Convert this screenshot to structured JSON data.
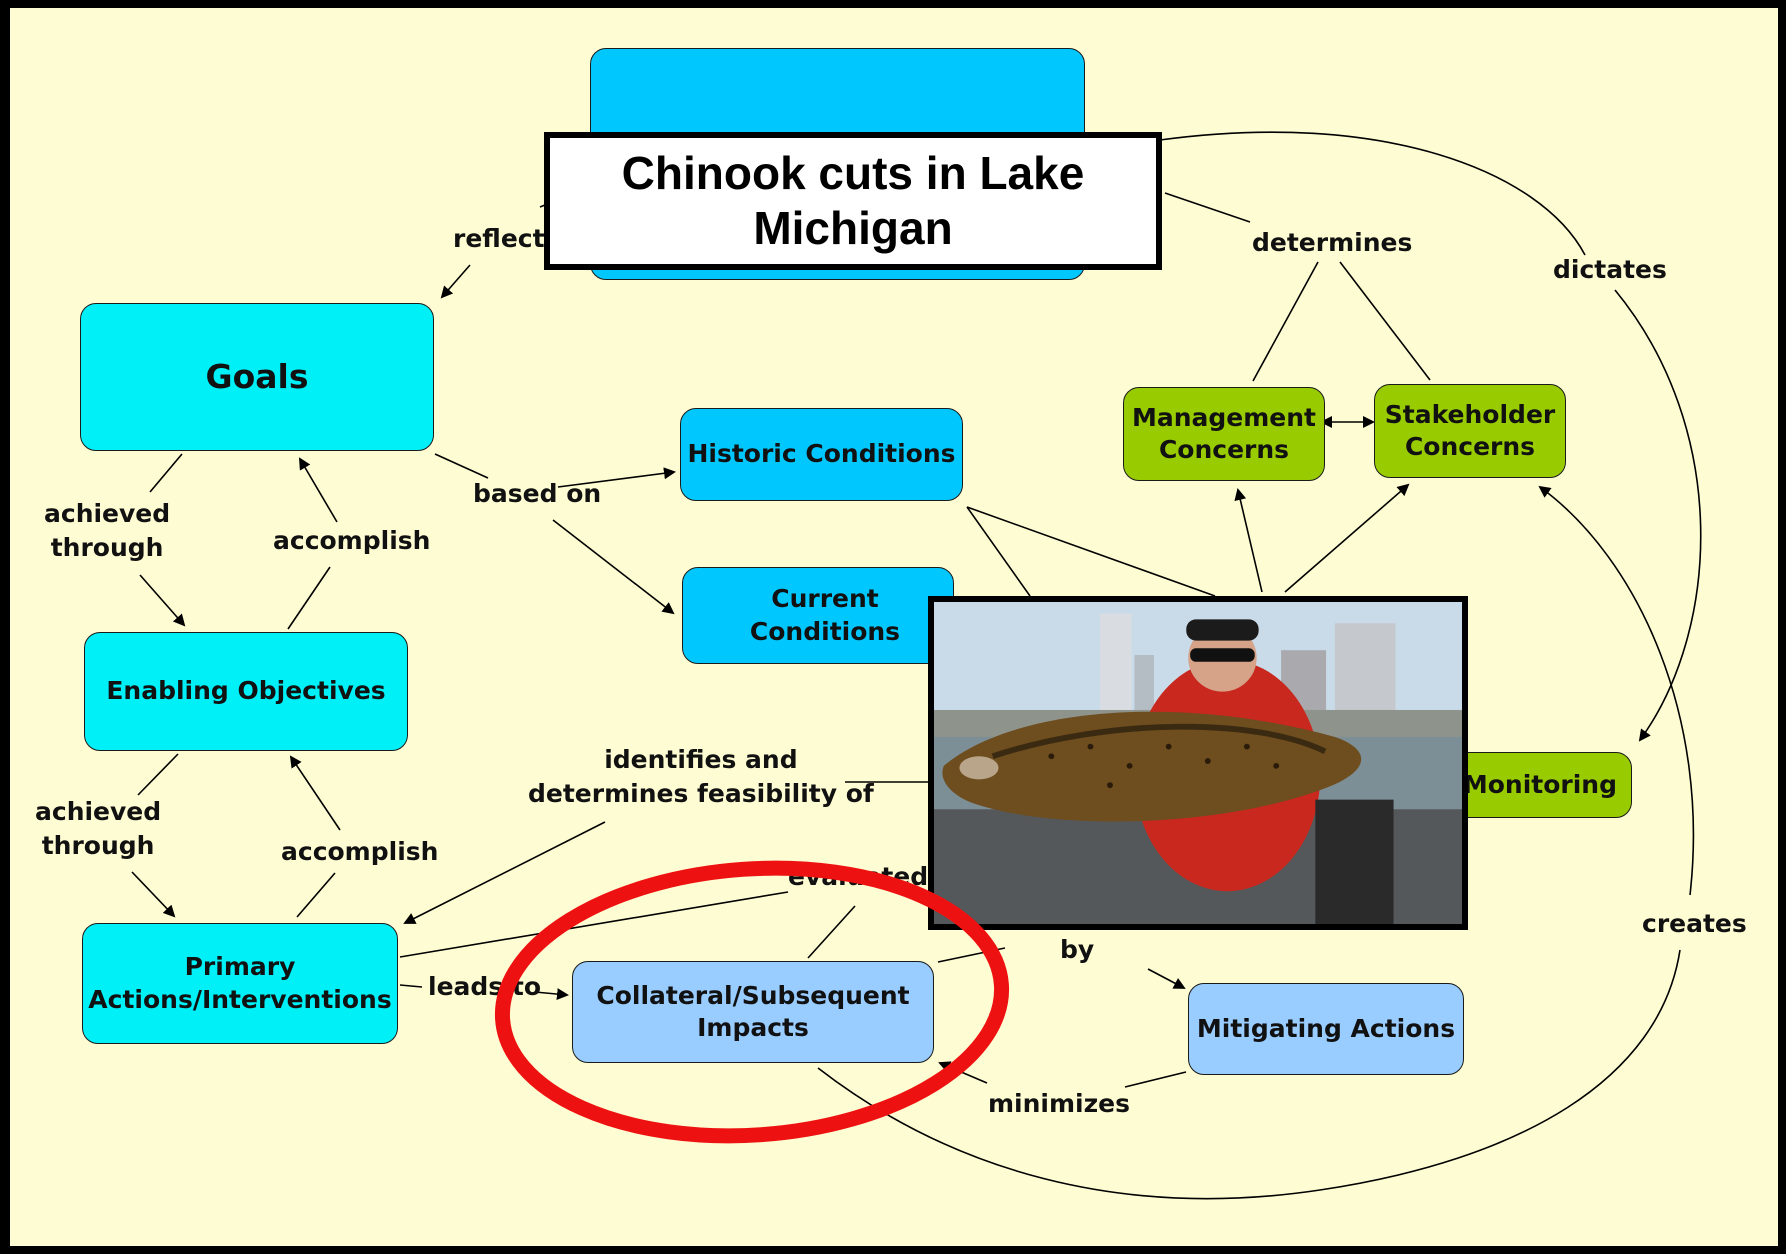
{
  "title": "Chinook cuts in Lake Michigan",
  "nodes": {
    "goals": "Goals",
    "enabling_objectives": "Enabling Objectives",
    "primary_actions": "Primary\nActions/Interventions",
    "historic_conditions": "Historic Conditions",
    "current_conditions": "Current Conditions",
    "management_concerns": "Management\nConcerns",
    "stakeholder_concerns": "Stakeholder\nConcerns",
    "monitoring": "l Monitoring",
    "collateral_impacts": "Collateral/Subsequent\nImpacts",
    "mitigating_actions": "Mitigating Actions"
  },
  "links": {
    "reflects": "reflects",
    "determines": "determines",
    "dictates": "dictates",
    "achieved_through_1": "achieved\nthrough",
    "accomplish_1": "accomplish",
    "based_on": "based on",
    "achieved_through_2": "achieved\nthrough",
    "accomplish_2": "accomplish",
    "identifies": "identifies and\ndetermines feasibility of",
    "evaluated": "evaluated w",
    "by": "by",
    "leads_to": "leads to",
    "minimizes": "minimizes",
    "creates": "creates"
  },
  "colors": {
    "background": "#fefcd2",
    "cyan_node": "#00f0f8",
    "blue_node": "#00c8ff",
    "light_blue_node": "#99ccff",
    "green_node": "#99cc00",
    "highlight_ring": "#ee1111"
  }
}
